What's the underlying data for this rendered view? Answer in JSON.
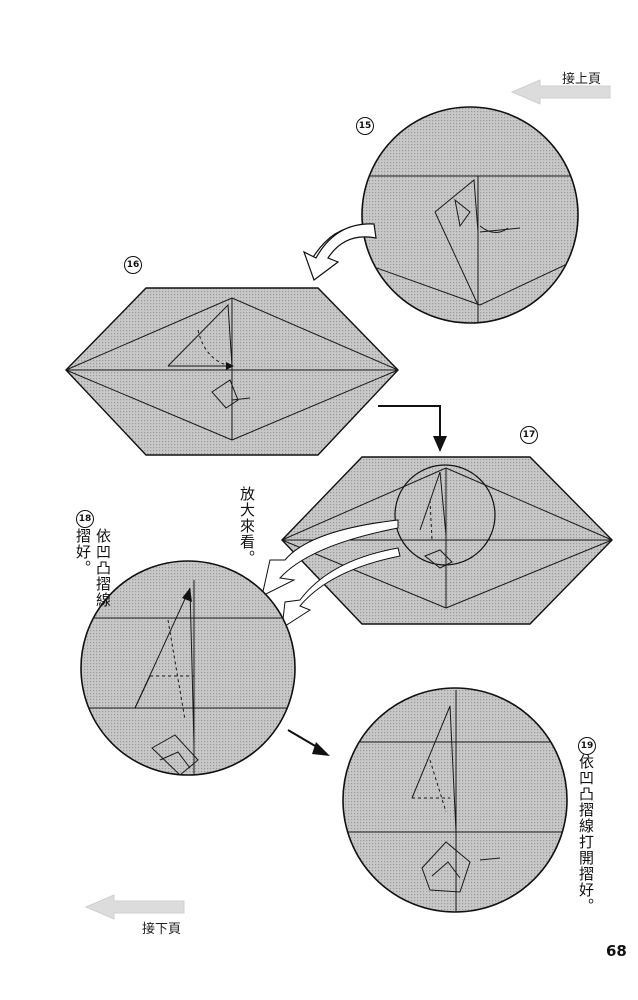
{
  "nav": {
    "prev_page": "接上頁",
    "next_page": "接下頁"
  },
  "steps": [
    {
      "number": "15",
      "instruction": ""
    },
    {
      "number": "16",
      "instruction": ""
    },
    {
      "number": "17",
      "instruction": ""
    },
    {
      "number": "18",
      "instruction_line1": "依凹凸摺線",
      "instruction_line2": "摺好。"
    },
    {
      "number": "19",
      "instruction": "依凹凸摺線打開摺好。"
    }
  ],
  "callout": "放大來看。",
  "page_number": "68",
  "colors": {
    "paper_fill": "#c4c4c4",
    "line": "#1a1a1a",
    "nav_arrow": "#d8d8d8"
  }
}
